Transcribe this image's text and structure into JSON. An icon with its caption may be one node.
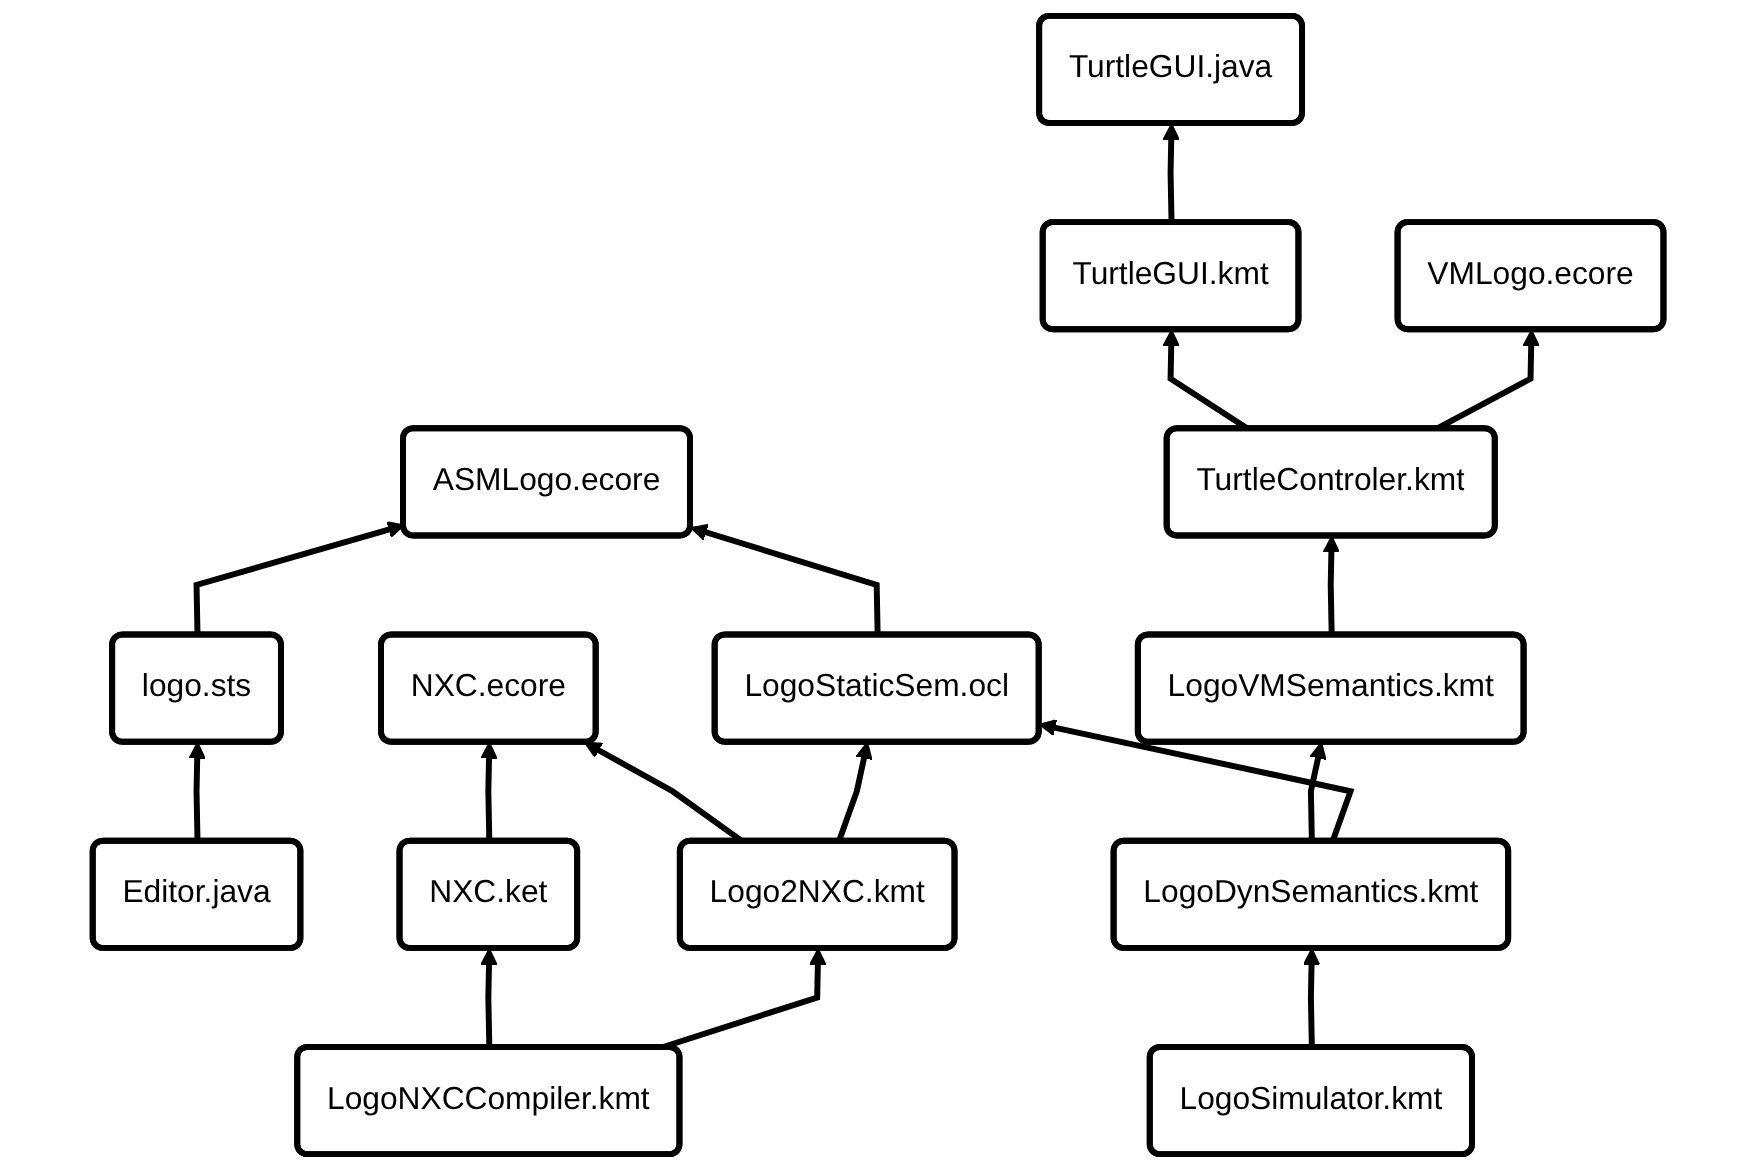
{
  "diagram": {
    "nodes": [
      {
        "text": [
          "ASMLogo.ecore"
        ]
      },
      {
        "text": [
          "TurtleGUI.java"
        ]
      },
      {
        "text": [
          "VMLogo.ecore"
        ]
      },
      {
        "text": [
          "logo.sts"
        ]
      },
      {
        "text": [
          "TurtleGUI.kmt"
        ]
      },
      {
        "text": [
          "LogoStaticSem.ocl"
        ]
      },
      {
        "text": [
          "Editor.java"
        ]
      },
      {
        "text": [
          "TurtleControler.kmt"
        ]
      },
      {
        "text": [
          "NXC.ecore"
        ]
      },
      {
        "text": [
          "LogoVMSemantics.kmt"
        ]
      },
      {
        "text": [
          "NXC.ket"
        ]
      },
      {
        "text": [
          "Logo2NXC.kmt"
        ]
      },
      {
        "text": [
          "LogoDynSemantics.kmt"
        ]
      },
      {
        "text": [
          "LogoNXCCompiler.kmt"
        ]
      },
      {
        "text": [
          "LogoSimulator.kmt"
        ]
      }
    ],
    "edges": [
      {
        "from": 3,
        "to": 0,
        "arrow": "to"
      },
      {
        "from": 6,
        "to": 3,
        "arrow": "to"
      },
      {
        "from": 5,
        "to": 0,
        "arrow": "to"
      },
      {
        "from": 4,
        "to": 1,
        "arrow": "to"
      },
      {
        "from": 7,
        "to": 4,
        "arrow": "to"
      },
      {
        "from": 7,
        "to": 2,
        "arrow": "to"
      },
      {
        "from": 9,
        "to": 7,
        "arrow": "to"
      },
      {
        "from": 12,
        "to": 9,
        "arrow": "to"
      },
      {
        "from": 12,
        "to": 5,
        "arrow": "to"
      },
      {
        "from": 14,
        "to": 12,
        "arrow": "to"
      },
      {
        "from": 10,
        "to": 8,
        "arrow": "to"
      },
      {
        "from": 11,
        "to": 8,
        "arrow": "to"
      },
      {
        "from": 11,
        "to": 5,
        "arrow": "to"
      },
      {
        "from": 13,
        "to": 10,
        "arrow": "to"
      },
      {
        "from": 13,
        "to": 11,
        "arrow": "to"
      }
    ]
  }
}
